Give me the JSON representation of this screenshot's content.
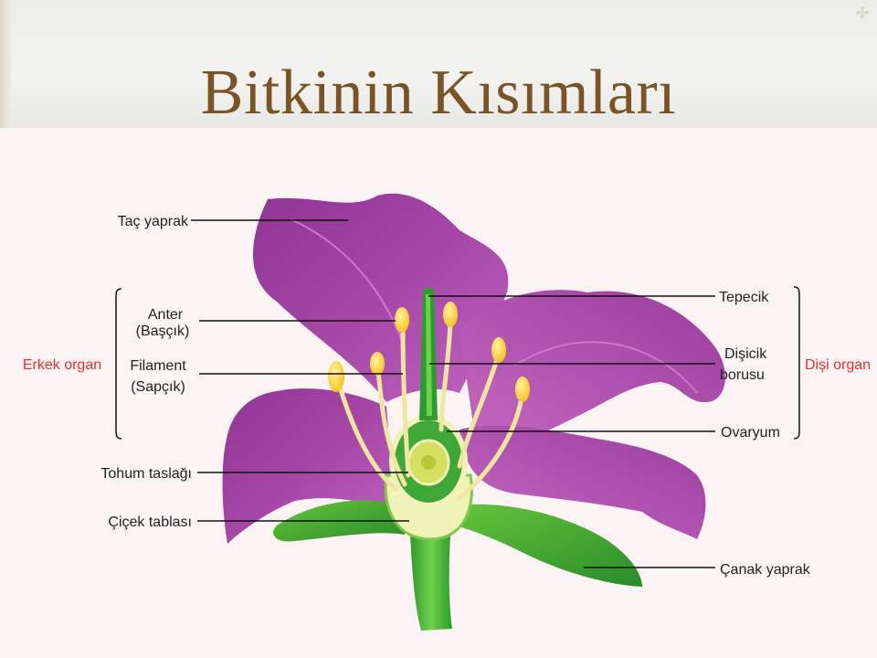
{
  "title": "Bitkinin Kısımları",
  "labels": {
    "tac_yaprak": "Taç yaprak",
    "anter": "Anter",
    "anter_alt": "(Başçık)",
    "filament": "Filament",
    "filament_alt": "(Sapçık)",
    "erkek_organ": "Erkek organ",
    "tohum_taslagi": "Tohum taslağı",
    "cicek_tablasi": "Çiçek tablası",
    "tepecik": "Tepecik",
    "disicik": "Dişicik",
    "borusu": "borusu",
    "disi_organ": "Dişi organ",
    "ovaryum": "Ovaryum",
    "canak_yaprak": "Çanak yaprak"
  },
  "colors": {
    "title": "#7a5424",
    "petal": "#a23fa4",
    "leaf": "#3aa83a",
    "anther": "#f8cc2a",
    "organ_label": "#e8312f"
  }
}
